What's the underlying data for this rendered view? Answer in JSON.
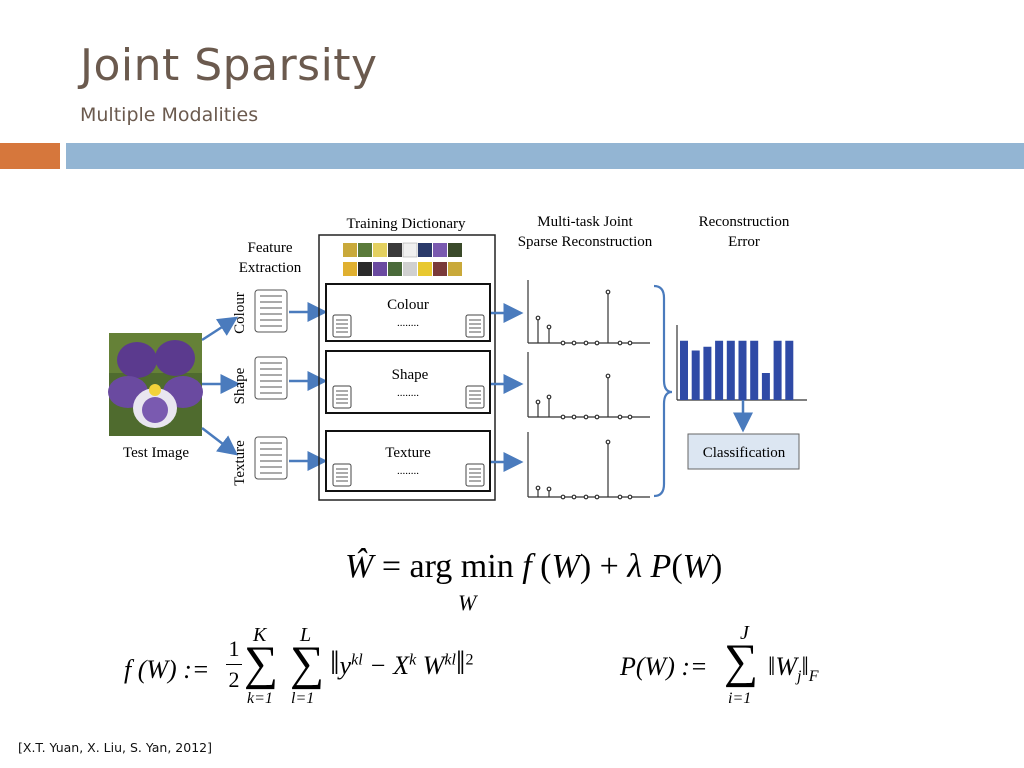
{
  "slide": {
    "title": "Joint Sparsity",
    "subtitle": "Multiple Modalities",
    "citation": "[X.T. Yuan, X. Liu, S. Yan, 2012]"
  },
  "diagram": {
    "feature_extraction": "Feature Extraction",
    "feature_extraction_line1": "Feature",
    "feature_extraction_line2": "Extraction",
    "training_dictionary": "Training Dictionary",
    "multitask_line1": "Multi-task Joint",
    "multitask_line2": "Sparse Reconstruction",
    "recon_line1": "Reconstruction",
    "recon_line2": "Error",
    "test_image": "Test Image",
    "classification": "Classification",
    "modalities": [
      "Colour",
      "Shape",
      "Texture"
    ],
    "dots": "........",
    "bar_heights": [
      0.79,
      0.66,
      0.71,
      0.79,
      0.79,
      0.79,
      0.79,
      0.36,
      0.79,
      0.79
    ],
    "colors": {
      "arrow": "#4a7bbd",
      "bar": "#2f4aa6",
      "bracket": "#4a7bbd"
    }
  },
  "equations": {
    "main": "Ŵ = arg min_W f(W) + λP(W)",
    "f_def": "f(W) := 1/2 Σ_{k=1}^{K} Σ_{l=1}^{L} ‖y^{kl} − X^k W^{kl}‖²",
    "p_def": "P(W) := Σ_{i=1}^{J} ‖W_j‖_F"
  }
}
